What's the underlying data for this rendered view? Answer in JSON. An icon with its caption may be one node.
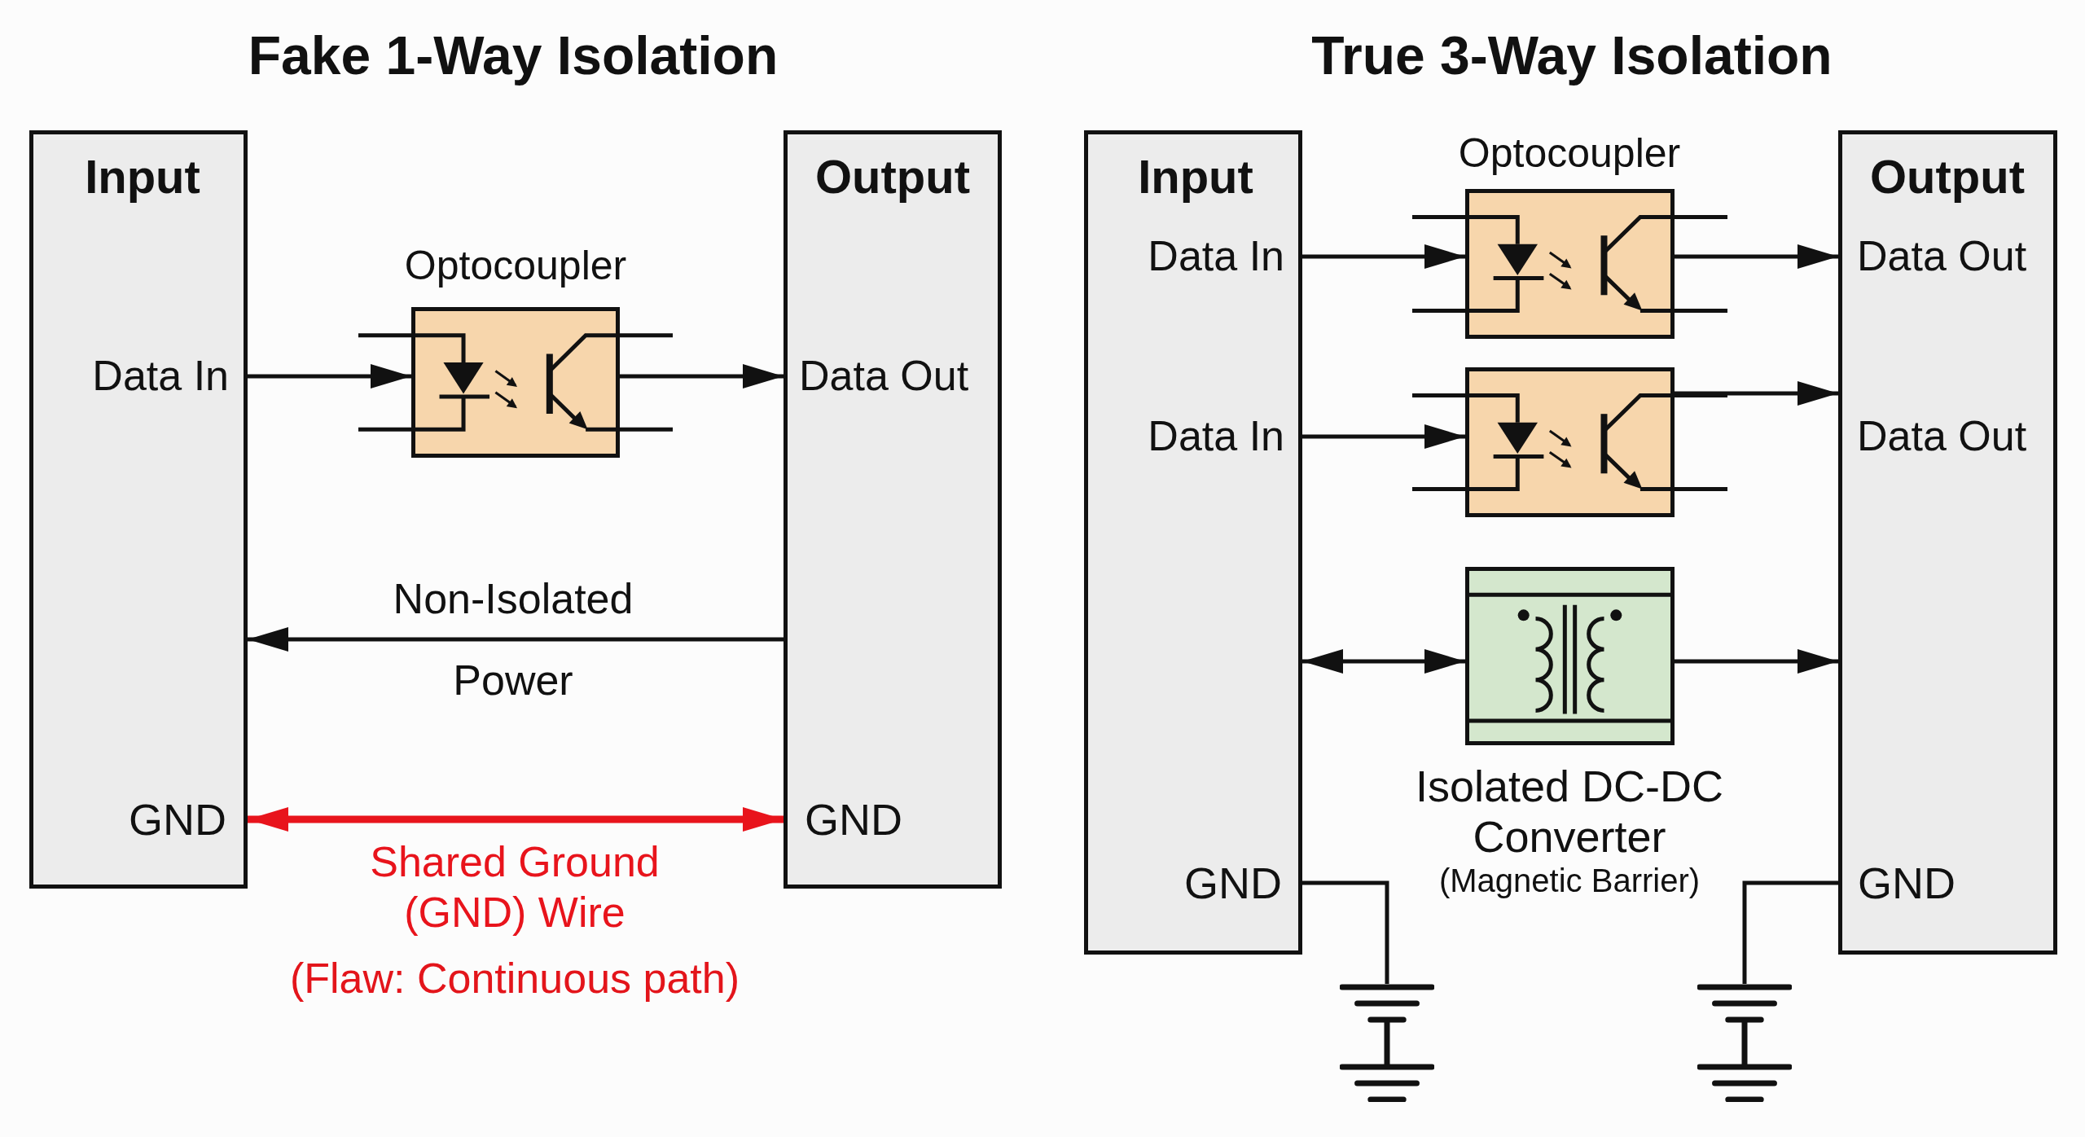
{
  "diagram": {
    "nodes": [
      {
        "text": [
          "Input",
          "Data In",
          "GND"
        ]
      },
      {
        "text": [
          "Optocoupler"
        ]
      },
      {
        "text": [
          "Output",
          "Data Out",
          "GND"
        ]
      },
      {
        "text": [
          "Input",
          "Data In",
          "Data In",
          "GND"
        ]
      },
      {
        "text": [
          "Optocoupler"
        ]
      },
      {
        "text": [],
        "shape": "box"
      },
      {
        "text": [
          "Isolated DC-DC Converter",
          "(Magnetic Barrier)"
        ]
      },
      {
        "text": [
          "Output",
          "Data Out",
          "Data Out",
          "GND"
        ]
      },
      {
        "text": [],
        "shape": "ground"
      },
      {
        "text": [],
        "shape": "ground"
      }
    ],
    "edges": [
      {
        "from": 0,
        "to": 1,
        "arrow": "to"
      },
      {
        "from": 1,
        "to": 2,
        "arrow": "to"
      },
      {
        "from": 2,
        "to": 0,
        "arrow": "to",
        "label": "Non-Isolated Power"
      },
      {
        "from": 0,
        "to": 2,
        "arrow": "both",
        "label": "Shared Ground (GND) Wire",
        "style": "thick",
        "color": "#e8141c"
      },
      {
        "from": 3,
        "to": 4,
        "arrow": "to"
      },
      {
        "from": 4,
        "to": 7,
        "arrow": "to"
      },
      {
        "from": 3,
        "to": 5,
        "arrow": "to"
      },
      {
        "from": 5,
        "to": 7,
        "arrow": "to"
      },
      {
        "from": 3,
        "to": 6,
        "arrow": "both"
      },
      {
        "from": 6,
        "to": 7,
        "arrow": "to"
      },
      {
        "from": 3,
        "to": 8,
        "arrow": "none"
      },
      {
        "from": 7,
        "to": 9,
        "arrow": "none"
      }
    ],
    "labels": [
      "Fake 1-Way Isolation",
      "True 3-Way Isolation",
      "(Flaw: Continuous path)"
    ]
  }
}
